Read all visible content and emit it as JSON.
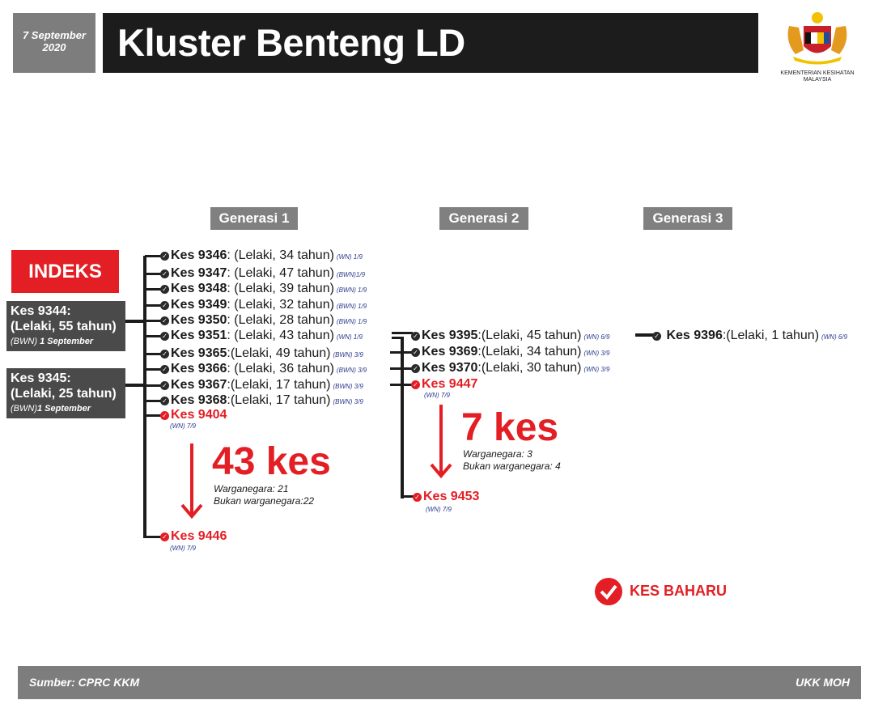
{
  "header": {
    "date": "7 September 2020",
    "title": "Kluster Benteng LD",
    "logo_text": "KEMENTERIAN KESIHATAN MALAYSIA"
  },
  "generations": [
    "Generasi 1",
    "Generasi 2",
    "Generasi 3"
  ],
  "index": {
    "label": "INDEKS",
    "cases": [
      {
        "id": "Kes 9344:",
        "desc": "(Lelaki, 55 tahun)",
        "status": "(BWN)",
        "date": "1 September"
      },
      {
        "id": "Kes 9345:",
        "desc": "(Lelaki, 25 tahun)",
        "status": "(BWN)",
        "date": "1 September"
      }
    ]
  },
  "gen1": [
    {
      "id": "Kes 9346",
      "desc": ": (Lelaki, 34 tahun)",
      "tag": "(WN) 1/9"
    },
    {
      "id": "Kes 9347",
      "desc": ": (Lelaki, 47 tahun)",
      "tag": "(BWN)1/9"
    },
    {
      "id": "Kes 9348",
      "desc": ": (Lelaki, 39 tahun)",
      "tag": "(BWN) 1/9"
    },
    {
      "id": "Kes 9349",
      "desc": ": (Lelaki, 32 tahun)",
      "tag": "(BWN) 1/9"
    },
    {
      "id": "Kes 9350",
      "desc": ": (Lelaki, 28 tahun)",
      "tag": "(BWN) 1/9"
    },
    {
      "id": "Kes 9351",
      "desc": ": (Lelaki, 43 tahun)",
      "tag": "(WN) 1/9"
    },
    {
      "id": "Kes 9365",
      "desc": ":(Lelaki, 49 tahun)",
      "tag": "(BWN) 3/9"
    },
    {
      "id": "Kes 9366",
      "desc": ": (Lelaki, 36 tahun)",
      "tag": "(BWN) 3/9"
    },
    {
      "id": "Kes 9367",
      "desc": ":(Lelaki, 17 tahun)",
      "tag": "(BWN) 3/9"
    },
    {
      "id": "Kes 9368",
      "desc": ":(Lelaki, 17 tahun)",
      "tag": "(BWN) 3/9"
    }
  ],
  "gen1_new_first": {
    "id": "Kes 9404",
    "tag": "(WN) 7/9"
  },
  "gen1_new_last": {
    "id": "Kes 9446",
    "tag": "(WN) 7/9"
  },
  "gen1_summary": {
    "count": "43 kes",
    "line1": "Warganegara: 21",
    "line2": "Bukan warganegara:22"
  },
  "gen2": [
    {
      "id": "Kes 9395",
      "desc": ":(Lelaki, 45 tahun)",
      "tag": "(WN) 6/9"
    },
    {
      "id": "Kes 9369",
      "desc": ":(Lelaki, 34 tahun)",
      "tag": "(WN) 3/9"
    },
    {
      "id": "Kes 9370",
      "desc": ":(Lelaki, 30 tahun)",
      "tag": "(WN) 3/9"
    }
  ],
  "gen2_new_first": {
    "id": "Kes 9447",
    "tag": "(WN) 7/9"
  },
  "gen2_new_last": {
    "id": "Kes 9453",
    "tag": "(WN) 7/9"
  },
  "gen2_summary": {
    "count": "7 kes",
    "line1": "Warganegara: 3",
    "line2": "Bukan warganegara: 4"
  },
  "gen3": [
    {
      "id": "Kes 9396",
      "desc": ":(Lelaki, 1 tahun)",
      "tag": "(WN) 6/9"
    }
  ],
  "legend": {
    "label": "KES BAHARU"
  },
  "footer": {
    "source": "Sumber: CPRC KKM",
    "credit": "UKK MOH"
  },
  "colors": {
    "red": "#e31e24",
    "gray": "#7d7d7d",
    "dark": "#1c1c1c",
    "tag_blue": "#2b3a8c"
  }
}
